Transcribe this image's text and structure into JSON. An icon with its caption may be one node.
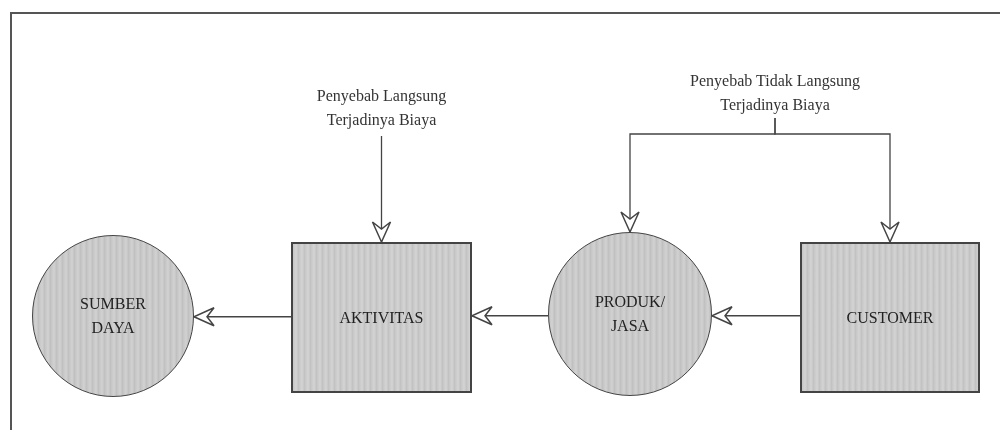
{
  "diagram": {
    "nodes": [
      {
        "text": [
          "Penyebab Langsung Terjadinya Biaya"
        ]
      },
      {
        "text": [
          "Penyebab Tidak Langsung Terjadinya Biaya"
        ]
      },
      {
        "text": [
          "SUMBER DAYA"
        ]
      },
      {
        "text": [
          "AKTIVITAS"
        ]
      },
      {
        "text": [
          "PRODUK/ JASA"
        ]
      },
      {
        "text": [
          "CUSTOMER"
        ]
      }
    ],
    "edges": [
      {
        "from": 0,
        "to": 3,
        "arrow": "to"
      },
      {
        "from": 1,
        "to": 4,
        "arrow": "to"
      },
      {
        "from": 1,
        "to": 5,
        "arrow": "to"
      },
      {
        "from": 3,
        "to": 2,
        "arrow": "to"
      },
      {
        "from": 4,
        "to": 3,
        "arrow": "to"
      },
      {
        "from": 5,
        "to": 4,
        "arrow": "to"
      }
    ]
  }
}
